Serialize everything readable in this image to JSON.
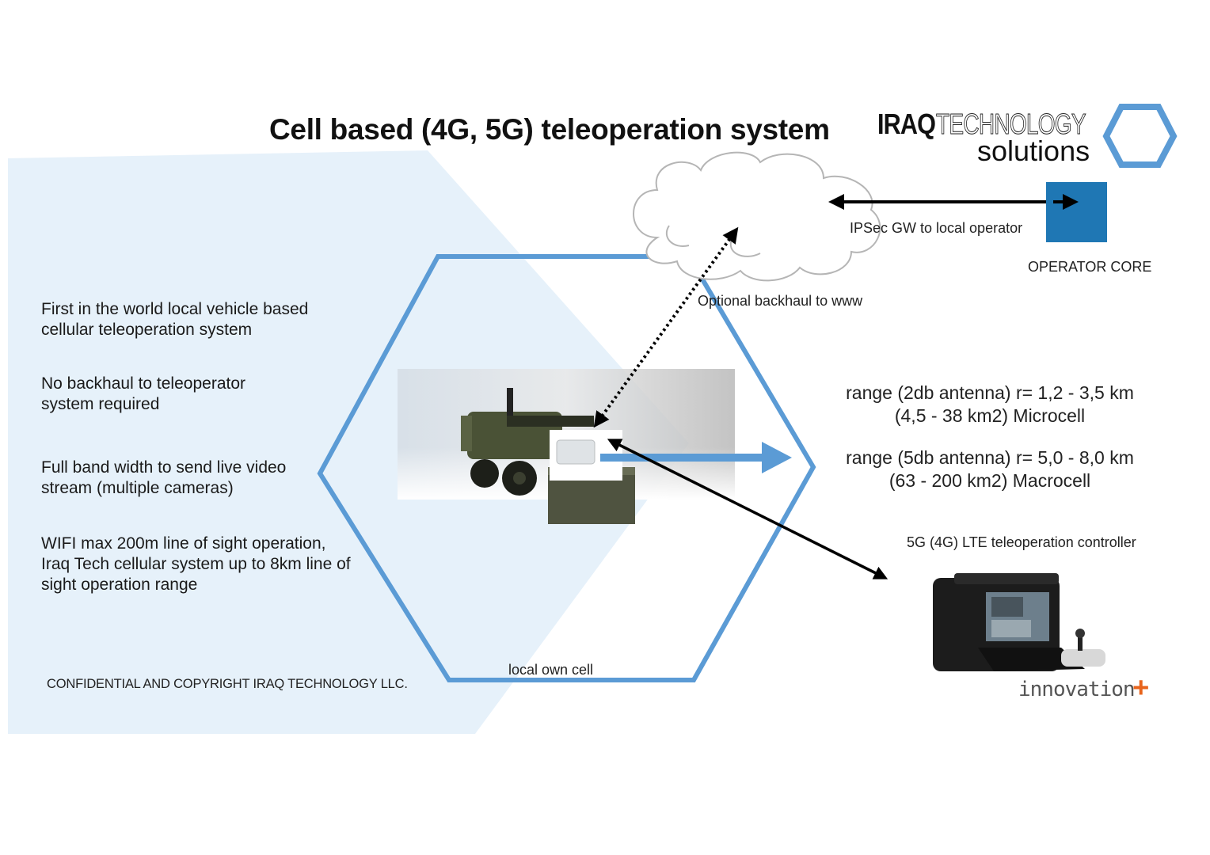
{
  "title": "Cell based (4G, 5G) teleoperation system",
  "logo": {
    "brand_bold": "IRAQ",
    "brand_outline": "TECHNOLOGY",
    "tagline": "solutions",
    "hexagon_icon": "hexagon-outline"
  },
  "colors": {
    "accent_blue": "#5b9bd5",
    "operator_core_blue": "#1f77b4",
    "panel_light_blue": "#e6f1fa",
    "innovation_orange": "#e8641c"
  },
  "left_panel": {
    "bullets": [
      {
        "lines": [
          "First in the world local vehicle based",
          "cellular teleoperation system"
        ]
      },
      {
        "lines": [
          "No backhaul to teleoperator",
          "system required"
        ]
      },
      {
        "lines": [
          "Full band width to send live video",
          "stream (multiple cameras)"
        ]
      },
      {
        "lines": [
          "WIFI max 200m line of sight operation,",
          "Iraq Tech cellular system up to 8km line of",
          "sight operation range"
        ]
      }
    ],
    "copyright": "CONFIDENTIAL AND COPYRIGHT IRAQ TECHNOLOGY LLC."
  },
  "diagram": {
    "cloud_label": "IPSec GW to local operator",
    "operator_core_label": "OPERATOR CORE",
    "backhaul_label": "Optional backhaul to www",
    "cell_label": "local own cell",
    "vehicle_image": "military-robot-vehicle-with-base-station",
    "ranges": [
      {
        "line1": "range (2db antenna) r= 1,2 - 3,5 km",
        "line2": "(4,5 - 38 km2) Microcell"
      },
      {
        "line1": "range (5db antenna) r= 5,0 - 8,0 km",
        "line2": "(63 - 200 km2) Macrocell"
      }
    ],
    "controller_label": "5G (4G) LTE teleoperation controller",
    "controller_image": "rugged-teleoperation-laptop-with-joystick",
    "innovation_brand": "innovation",
    "innovation_plus": "+"
  }
}
